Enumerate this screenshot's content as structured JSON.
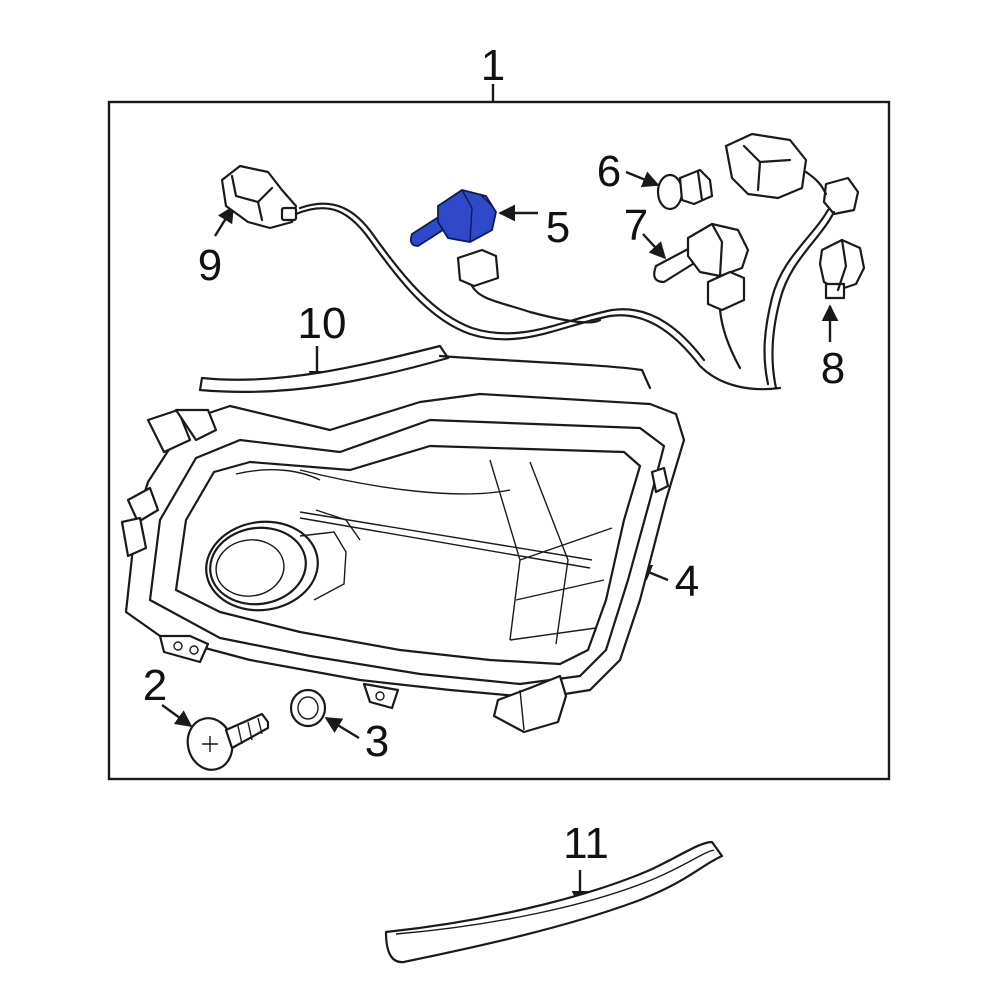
{
  "callouts": {
    "c1": "1",
    "c2": "2",
    "c3": "3",
    "c4": "4",
    "c5": "5",
    "c6": "6",
    "c7": "7",
    "c8": "8",
    "c9": "9",
    "c10": "10",
    "c11": "11"
  },
  "colors": {
    "highlight": "#2f49c8",
    "line": "#1a1a1a",
    "background": "#ffffff"
  }
}
